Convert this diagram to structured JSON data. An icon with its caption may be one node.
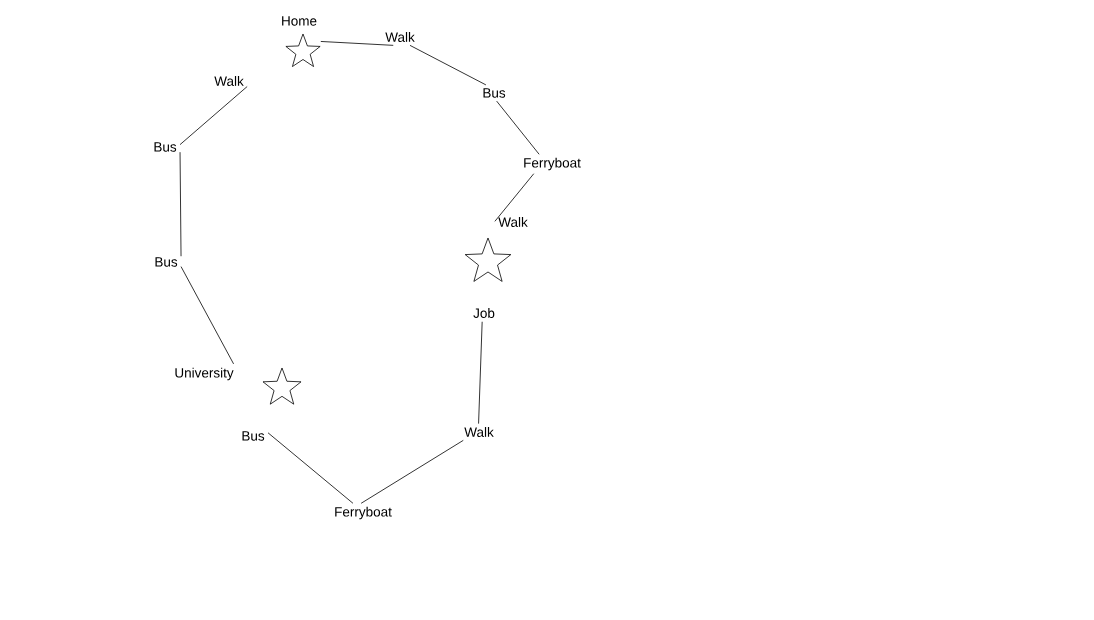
{
  "diagram": {
    "nodes": [
      {
        "text": [
          "Home"
        ]
      },
      {
        "text": [
          "Walk"
        ]
      },
      {
        "text": [
          "Bus"
        ]
      },
      {
        "text": [
          "Ferryboat"
        ]
      },
      {
        "text": [
          "Walk"
        ]
      },
      {
        "text": [
          "Job"
        ]
      },
      {
        "text": [
          "Walk"
        ]
      },
      {
        "text": [
          "Ferryboat"
        ]
      },
      {
        "text": [
          "Bus"
        ]
      },
      {
        "text": [
          "University"
        ]
      },
      {
        "text": [
          "Bus"
        ]
      },
      {
        "text": [
          "Bus"
        ]
      },
      {
        "text": [
          "Walk"
        ]
      }
    ],
    "edges": [
      {
        "from": 0,
        "to": 1,
        "arrow": "none"
      },
      {
        "from": 1,
        "to": 2,
        "arrow": "none"
      },
      {
        "from": 2,
        "to": 3,
        "arrow": "none"
      },
      {
        "from": 3,
        "to": 4,
        "arrow": "none"
      },
      {
        "from": 5,
        "to": 6,
        "arrow": "none"
      },
      {
        "from": 6,
        "to": 7,
        "arrow": "none"
      },
      {
        "from": 7,
        "to": 8,
        "arrow": "none"
      },
      {
        "from": 9,
        "to": 10,
        "arrow": "none"
      },
      {
        "from": 10,
        "to": 11,
        "arrow": "none"
      },
      {
        "from": 11,
        "to": 12,
        "arrow": "none"
      }
    ]
  }
}
